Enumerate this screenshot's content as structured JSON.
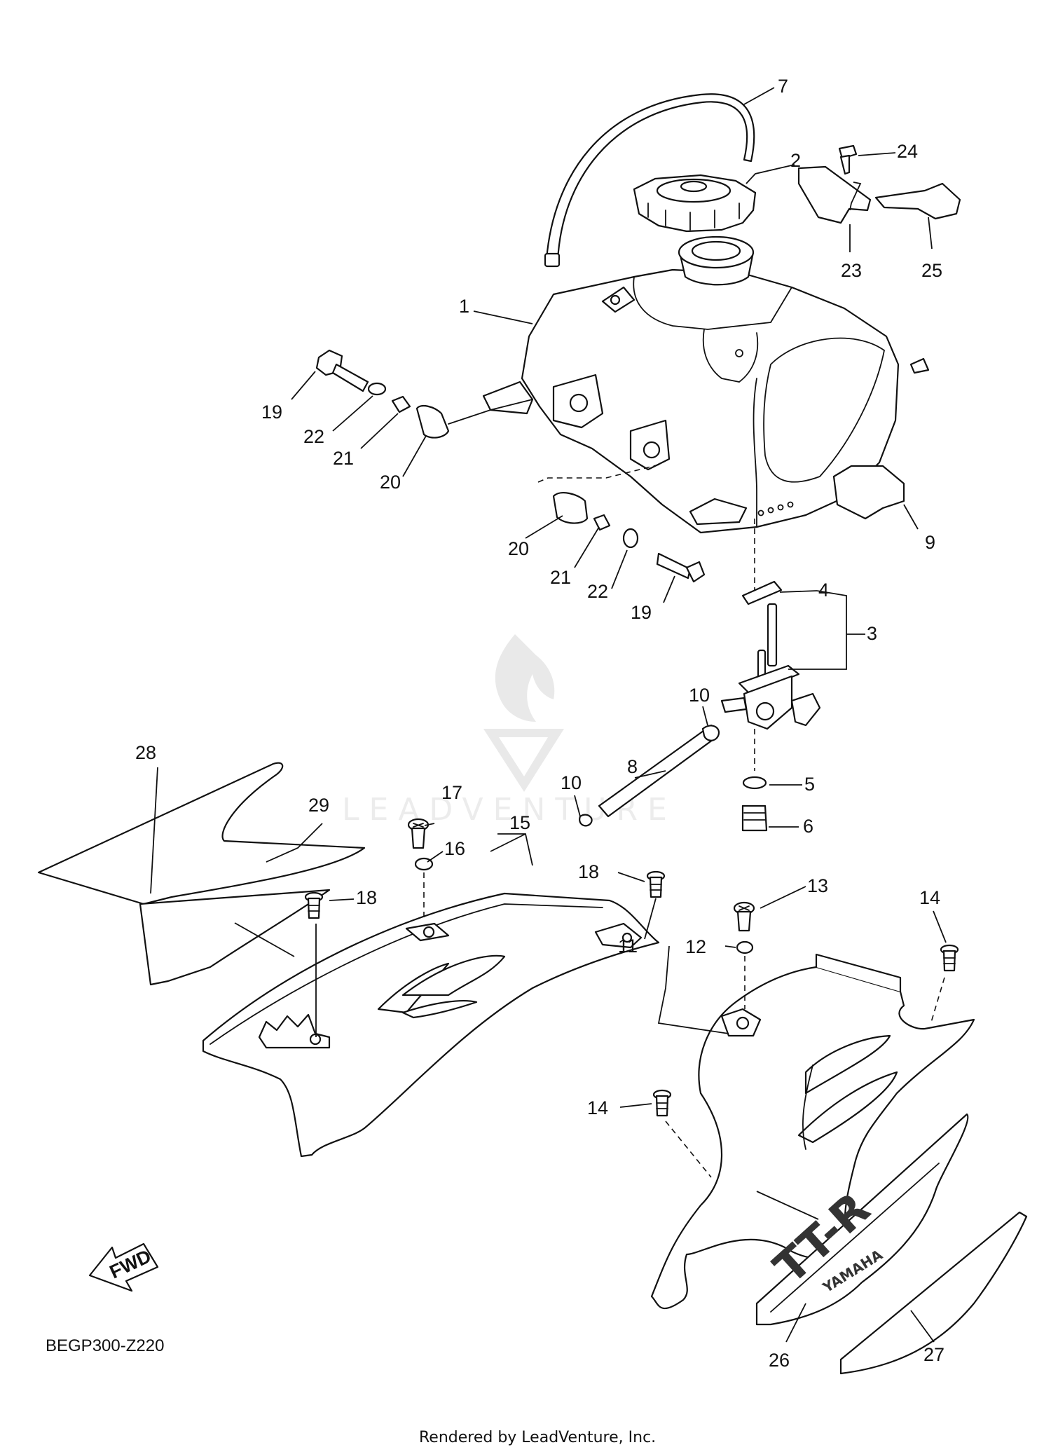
{
  "diagram_code": "BEGP300-Z220",
  "credit": "Rendered by LeadVenture, Inc.",
  "watermark": "LEADVENTURE",
  "fwd_label": "FWD",
  "decal_brand": "TT-R",
  "decal_maker": "YAMAHA",
  "callouts": {
    "c1": "1",
    "c2": "2",
    "c3": "3",
    "c4": "4",
    "c5": "5",
    "c6": "6",
    "c7": "7",
    "c8": "8",
    "c9": "9",
    "c10a": "10",
    "c10b": "10",
    "c11": "11",
    "c12": "12",
    "c13": "13",
    "c14a": "14",
    "c14b": "14",
    "c15": "15",
    "c16": "16",
    "c17": "17",
    "c18a": "18",
    "c18b": "18",
    "c19a": "19",
    "c19b": "19",
    "c20a": "20",
    "c20b": "20",
    "c21a": "21",
    "c21b": "21",
    "c22a": "22",
    "c22b": "22",
    "c23": "23",
    "c24": "24",
    "c25": "25",
    "c26": "26",
    "c27": "27",
    "c28": "28",
    "c29": "29"
  }
}
